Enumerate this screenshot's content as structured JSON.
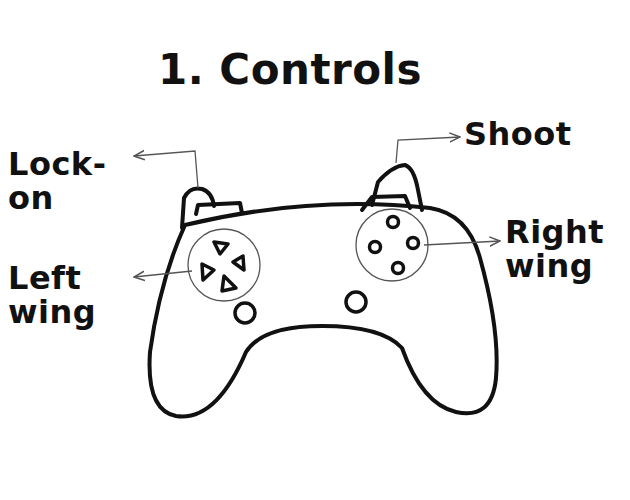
{
  "diagram": {
    "title": "1. Controls",
    "labels": [
      "Lock-on",
      "Shoot",
      "Left wing",
      "Right wing"
    ]
  }
}
